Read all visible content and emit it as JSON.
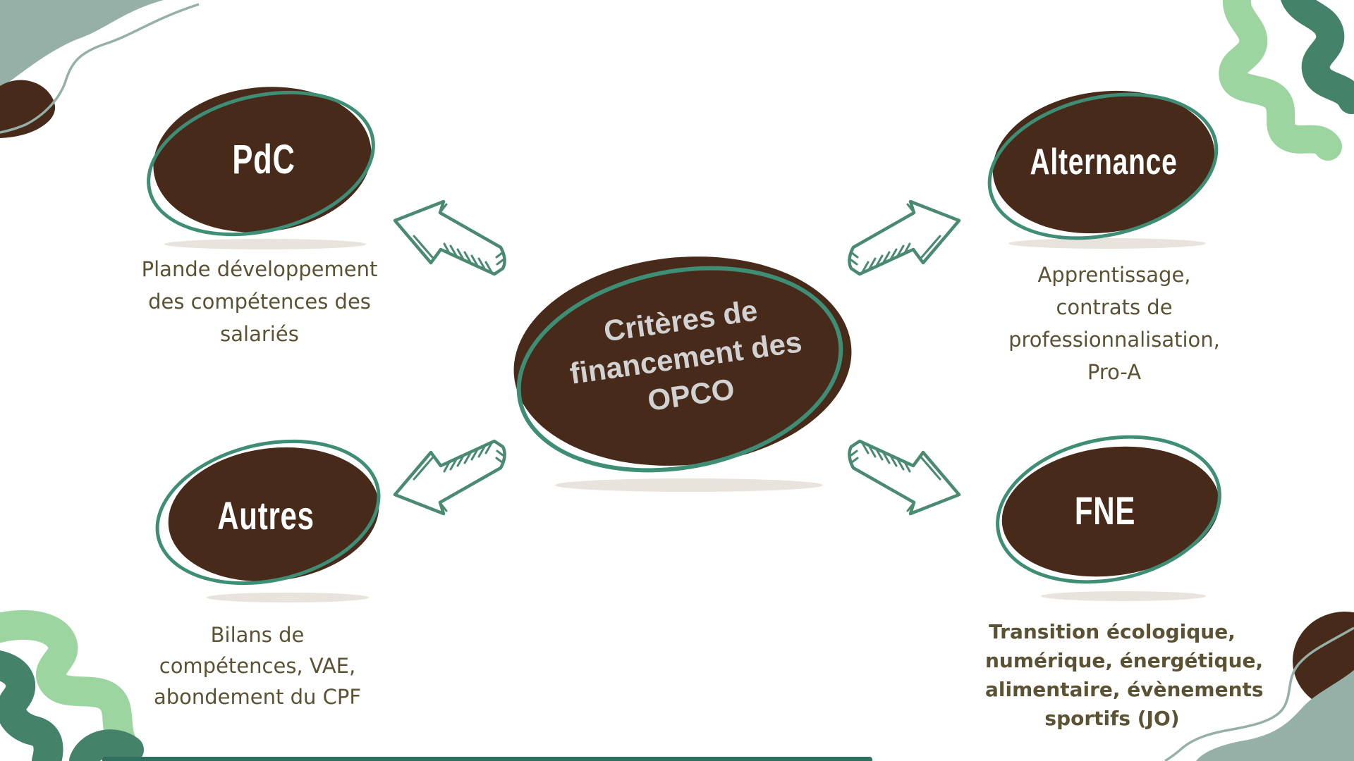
{
  "title": "Critères de financement des OPCO",
  "center": {
    "lines": [
      "Critères de",
      "financement des",
      "OPCO"
    ]
  },
  "nodes": {
    "pdc": {
      "label": "PdC",
      "desc": [
        "Plande développement",
        "des compétences des",
        "salariés"
      ]
    },
    "alternance": {
      "label": "Alternance",
      "desc": [
        "Apprentissage,",
        "contrats de",
        "professionnalisation,",
        "Pro-A"
      ]
    },
    "autres": {
      "label": "Autres",
      "desc": [
        "Bilans de",
        "compétences, VAE,",
        "abondement du CPF"
      ]
    },
    "fne": {
      "label": "FNE",
      "desc": [
        "Transition écologique,",
        "numérique, énergétique,",
        "alimentaire, évènements",
        "sportifs (JO)"
      ]
    }
  },
  "colors": {
    "ellipse_brown": "#472a19",
    "ring_teal": "#3e8d75",
    "arrow_teal": "#4a8a71",
    "body_text_olive": "#5a5233",
    "center_text_gray": "#d2d2d2",
    "corner_sage": "#95b0a6",
    "corner_light_green": "#9dd5a0",
    "corner_dark_green": "#44836a",
    "shadow_beige": "#e8e3dd",
    "bottom_strip_green": "#2f7060"
  }
}
